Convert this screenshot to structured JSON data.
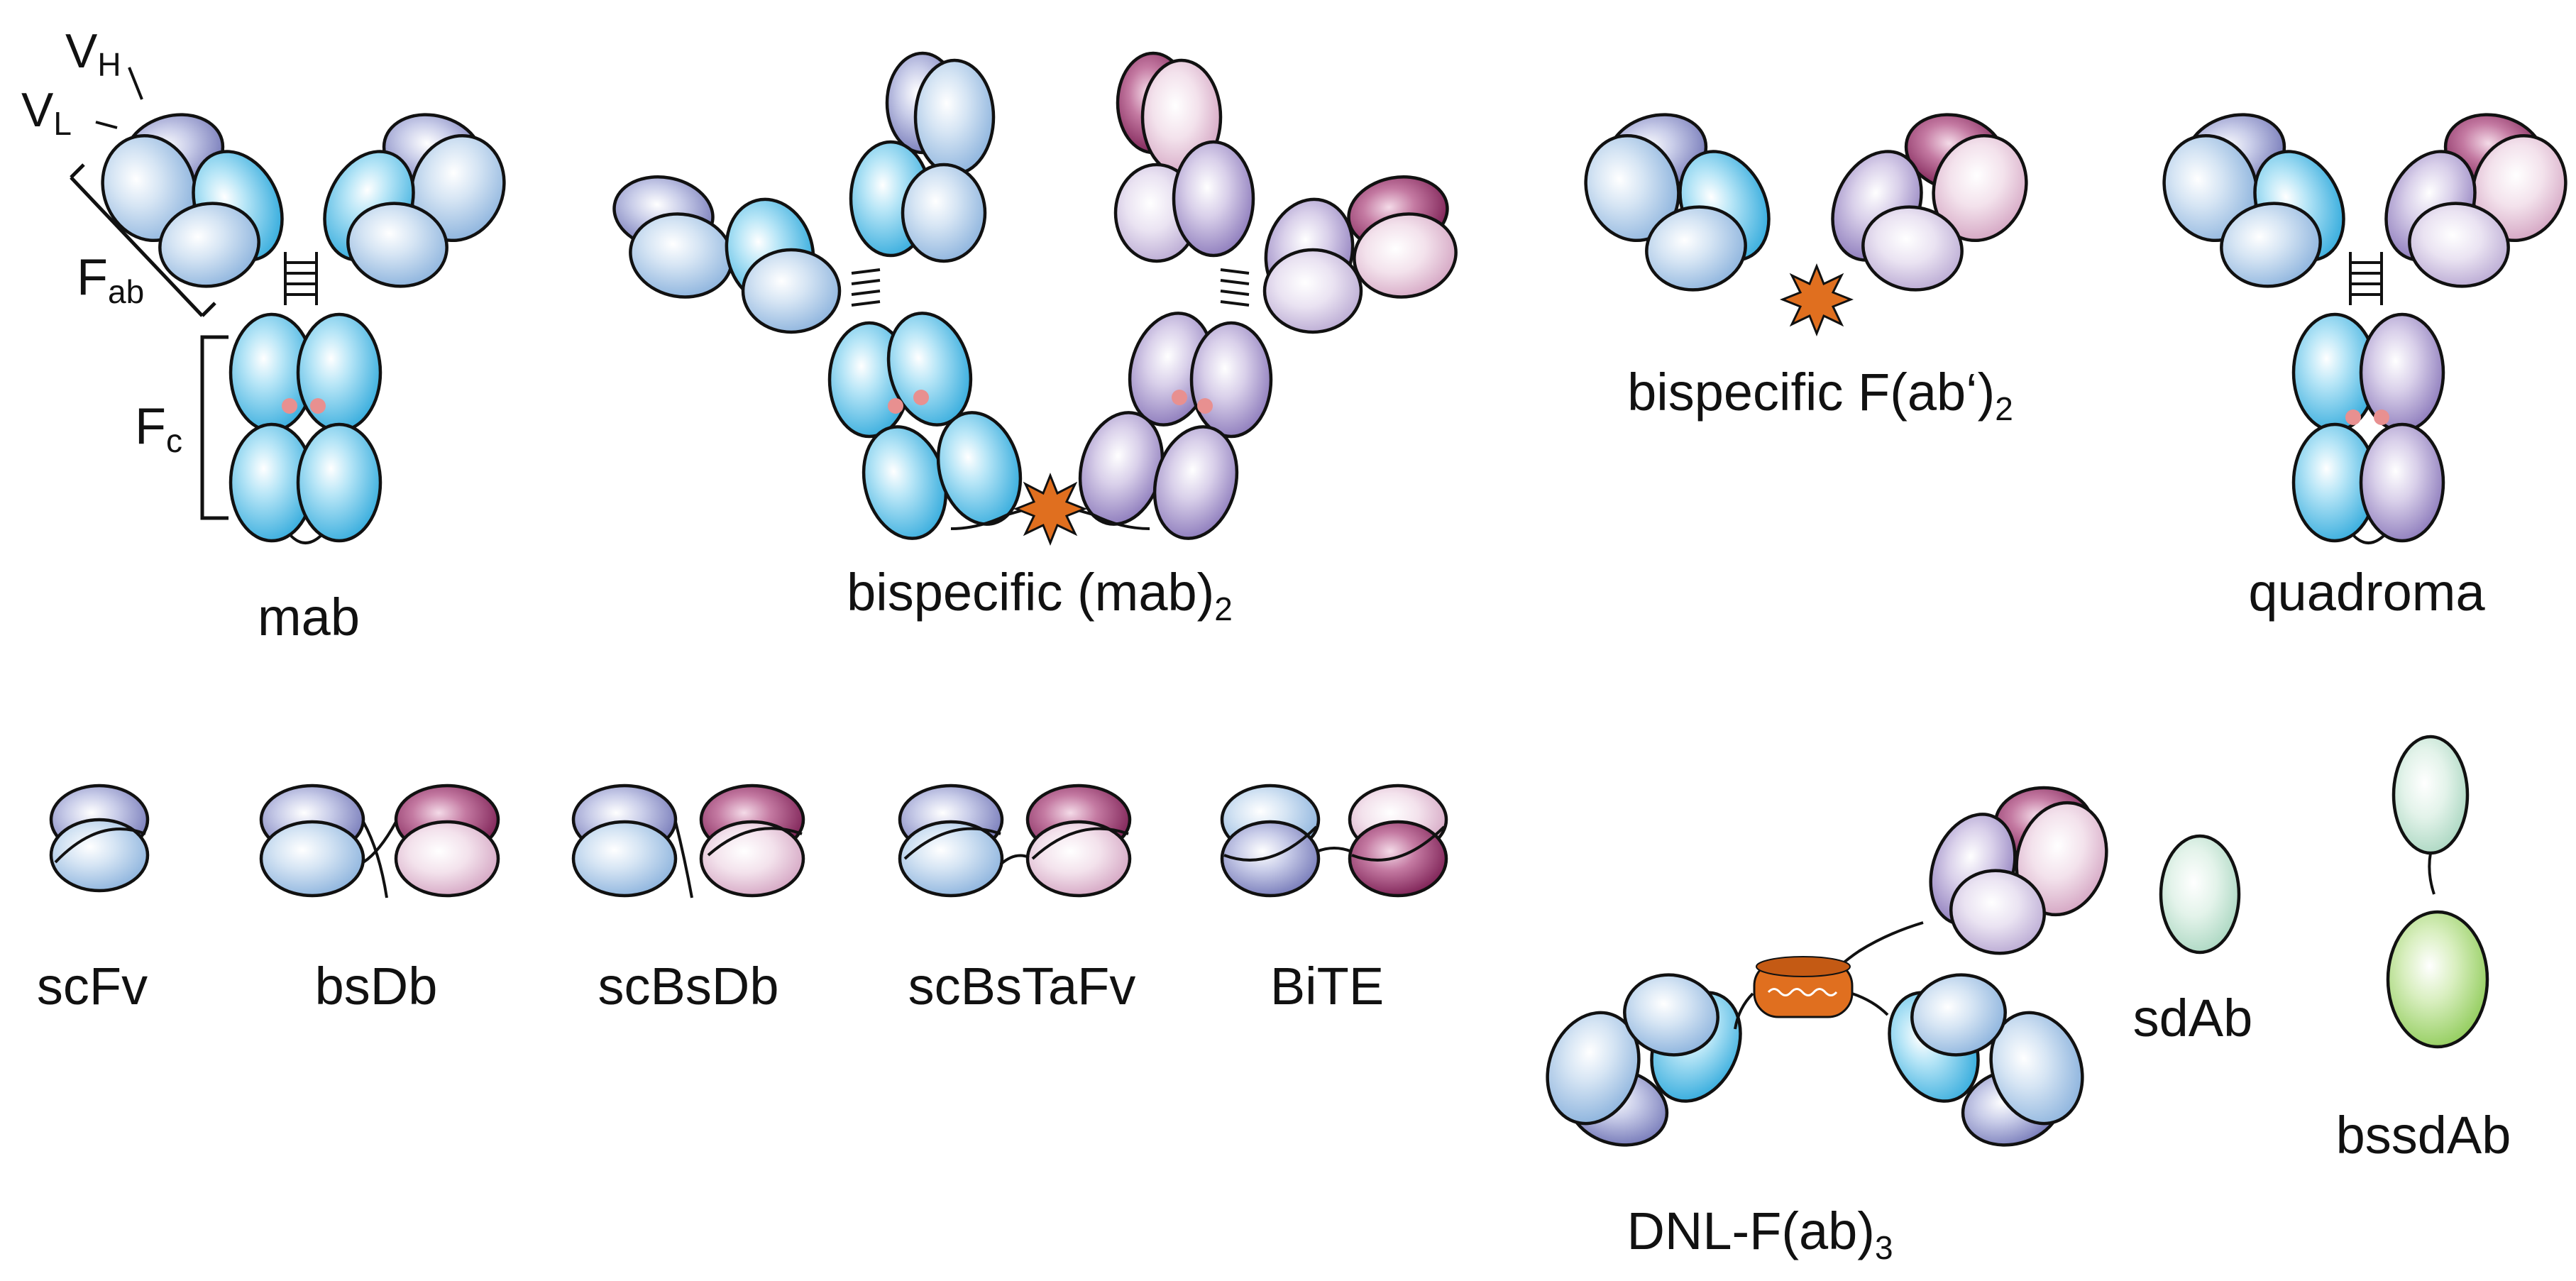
{
  "labels": {
    "mab": "mab",
    "bispecific_mab2": {
      "main": "bispecific (mab)",
      "sub": "2"
    },
    "bispecific_fab2": {
      "main": "bispecific F(ab‘)",
      "sub": "2"
    },
    "quadroma": "quadroma",
    "scfv": "scFv",
    "bsdb": "bsDb",
    "scbsdb": "scBsDb",
    "scbstafv": "scBsTaFv",
    "bite": "BiTE",
    "dnl": {
      "main": "DNL-F(ab)",
      "sub": "3"
    },
    "sdab": "sdAb",
    "bssdab": "bssdAb"
  },
  "annotations": {
    "vh": {
      "main": "V",
      "sub": "H"
    },
    "vl": {
      "main": "V",
      "sub": "L"
    },
    "fab": {
      "main": "F",
      "sub": "ab"
    },
    "fc": {
      "main": "F",
      "sub": "c"
    }
  },
  "colors": {
    "cyan": "#3aaede",
    "light_blue": "#a9c8e8",
    "blue_purple": "#8585bf",
    "purple": "#9a8bc3",
    "light_purple": "#d4c8e2",
    "magenta": "#8d2a62",
    "pink": "#e7c2d8",
    "mint": "#bfe2d2",
    "green": "#9fd470",
    "orange": "#e06f1f",
    "disulfide_dot": "#e89090",
    "outline": "#111111"
  }
}
